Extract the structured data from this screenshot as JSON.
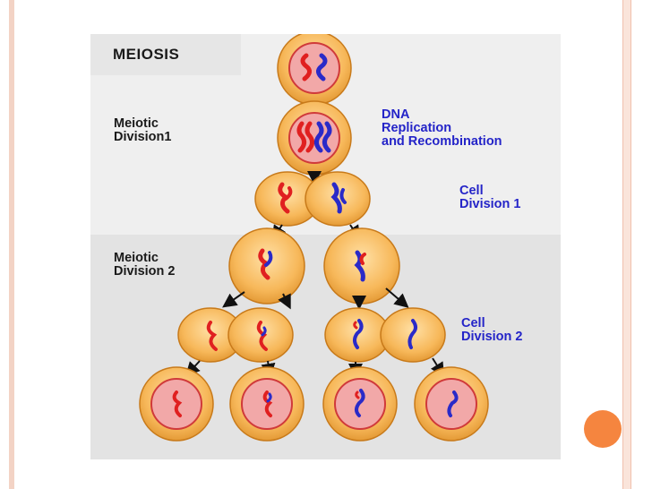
{
  "title": "MEIOSIS",
  "labels": {
    "meiotic_division_1": [
      "Meiotic",
      "Division1"
    ],
    "dna_replication": [
      "DNA",
      "Replication",
      "and Recombination"
    ],
    "cell_division_1": [
      "Cell",
      "Division 1"
    ],
    "meiotic_division_2": [
      "Meiotic",
      "Division 2"
    ],
    "cell_division_2": [
      "Cell",
      "Division 2"
    ]
  },
  "colors": {
    "panel_light": "#efefef",
    "panel_dark": "#e2e2e2",
    "cell_fill": "#f7b85a",
    "cell_edge": "#c87a1a",
    "nucleus_fill": "#f2a8a8",
    "nucleus_edge": "#d03a3a",
    "chromosome_red": "#e02020",
    "chromosome_blue": "#2a2ac8",
    "label_blue": "#2424c8",
    "accent": "#f5853f"
  }
}
